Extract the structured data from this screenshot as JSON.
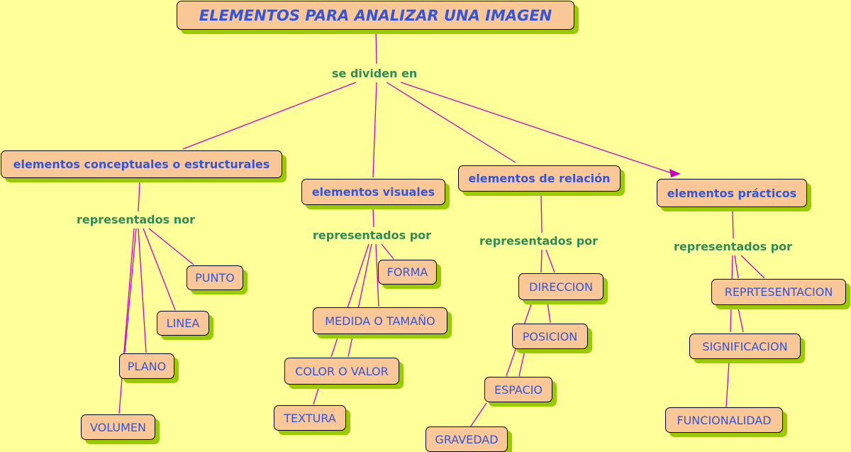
{
  "title": "ELEMENTOS PARA ANALIZAR UNA IMAGEN",
  "root_link": "se dividen en",
  "categories": {
    "conceptual": "elementos conceptuales o estructurales",
    "visual": "elementos visuales",
    "relation": "elementos de relación",
    "practical": "elementos prácticos"
  },
  "links": {
    "conceptual": "representados nor",
    "visual": "representados por",
    "relation": "representados por",
    "practical": "representados por"
  },
  "conceptual_items": [
    "PUNTO",
    "LINEA",
    "PLANO",
    "VOLUMEN"
  ],
  "visual_items": [
    "FORMA",
    "MEDIDA O TAMAÑO",
    "COLOR O VALOR",
    "TEXTURA"
  ],
  "relation_items": [
    "DIRECCION",
    "POSICION",
    "ESPACIO",
    "GRAVEDAD"
  ],
  "practical_items": [
    "REPRTESENTACION",
    "SIGNIFICACION",
    "FUNCIONALIDAD"
  ],
  "colors": {
    "background": "#FFFF99",
    "node_fill": "#F9C896",
    "node_shadow": "#99CC00",
    "node_text": "#3355DD",
    "link_text": "#2E8B57",
    "edge": "#CC00CC"
  }
}
